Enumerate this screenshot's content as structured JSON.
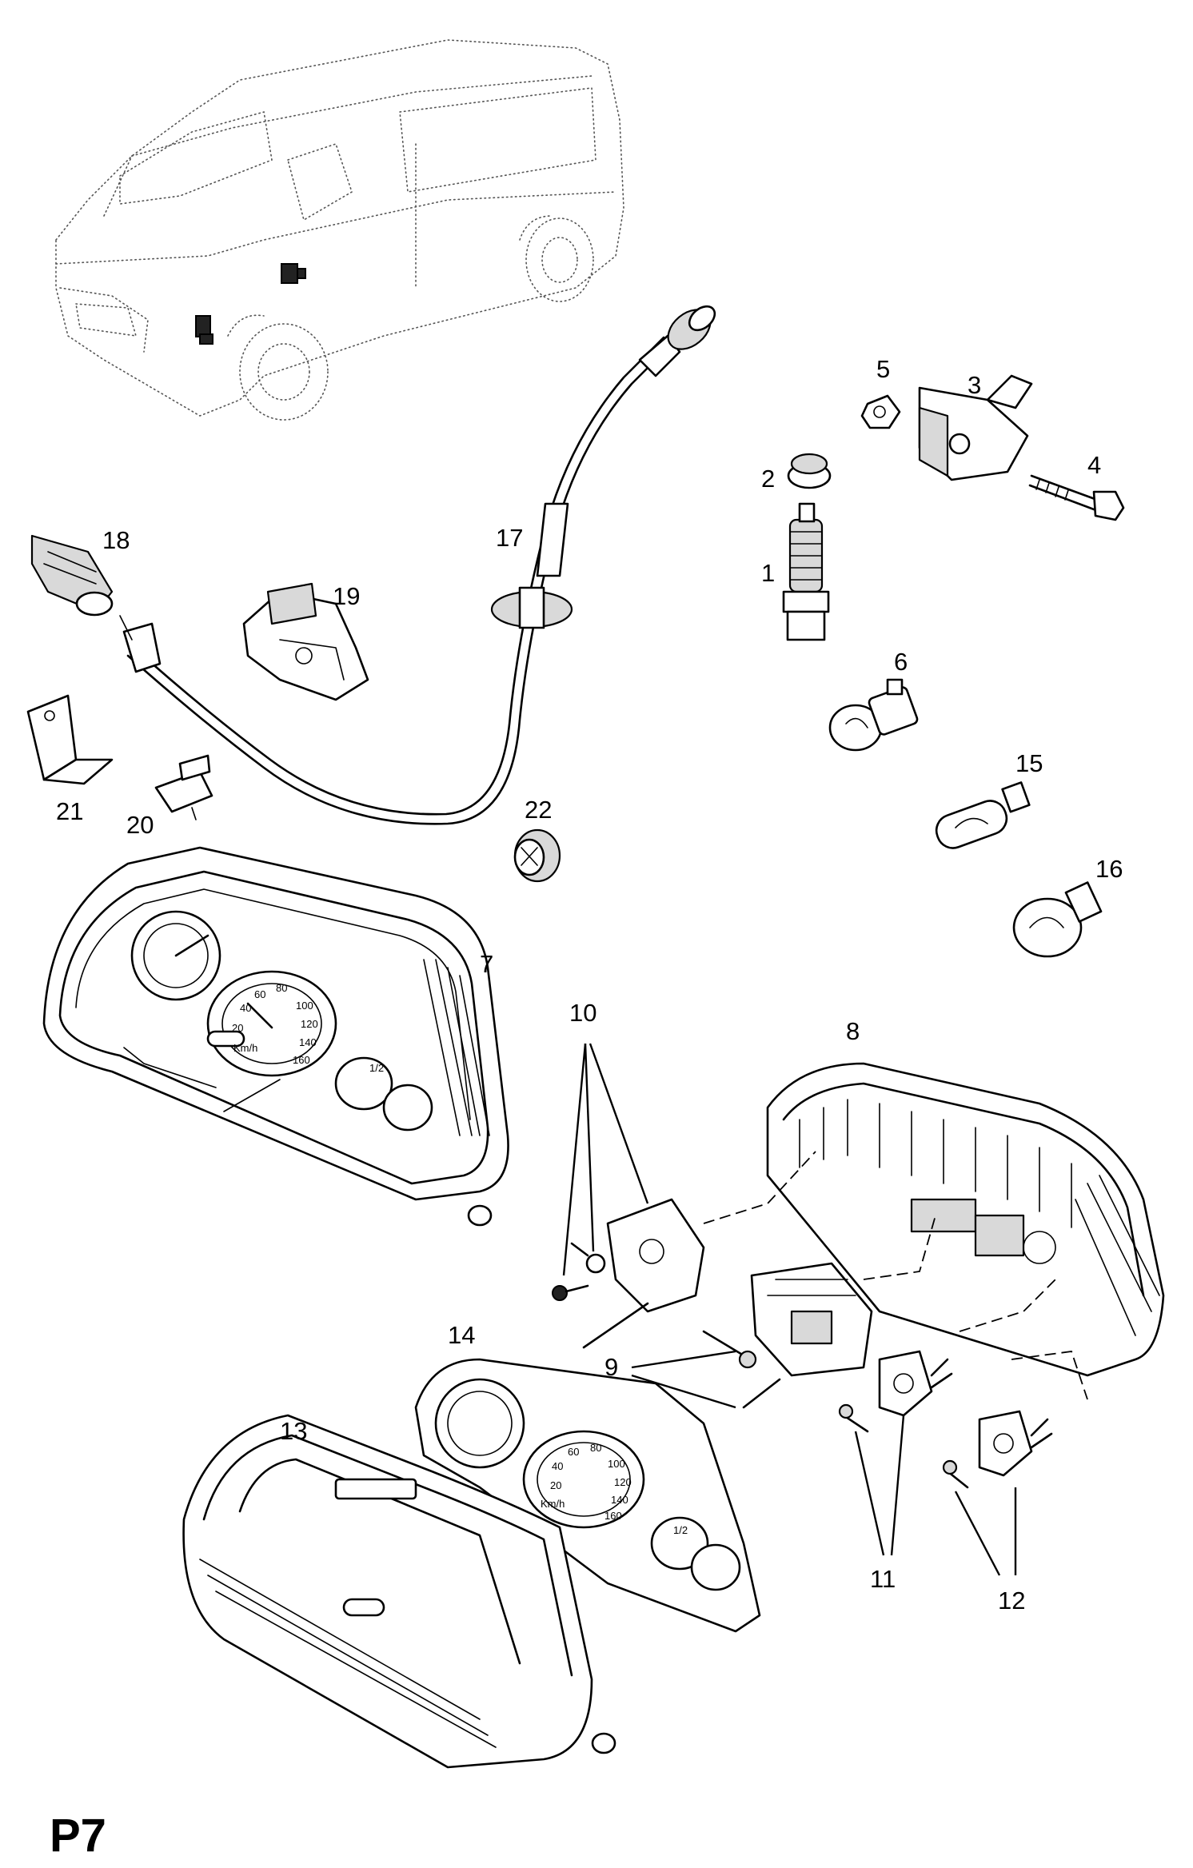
{
  "diagram": {
    "page_code": "P7",
    "callouts": [
      "1",
      "2",
      "3",
      "4",
      "5",
      "6",
      "7",
      "8",
      "9",
      "10",
      "11",
      "12",
      "13",
      "14",
      "15",
      "16",
      "17",
      "18",
      "19",
      "20",
      "21",
      "22"
    ],
    "dial_labels": {
      "cluster7": [
        "20",
        "40",
        "60",
        "80",
        "100",
        "120",
        "140",
        "160",
        "Km/h",
        "1/2"
      ],
      "cluster14": [
        "20",
        "40",
        "60",
        "80",
        "100",
        "120",
        "140",
        "160",
        "Km/h",
        "1/2"
      ]
    }
  }
}
